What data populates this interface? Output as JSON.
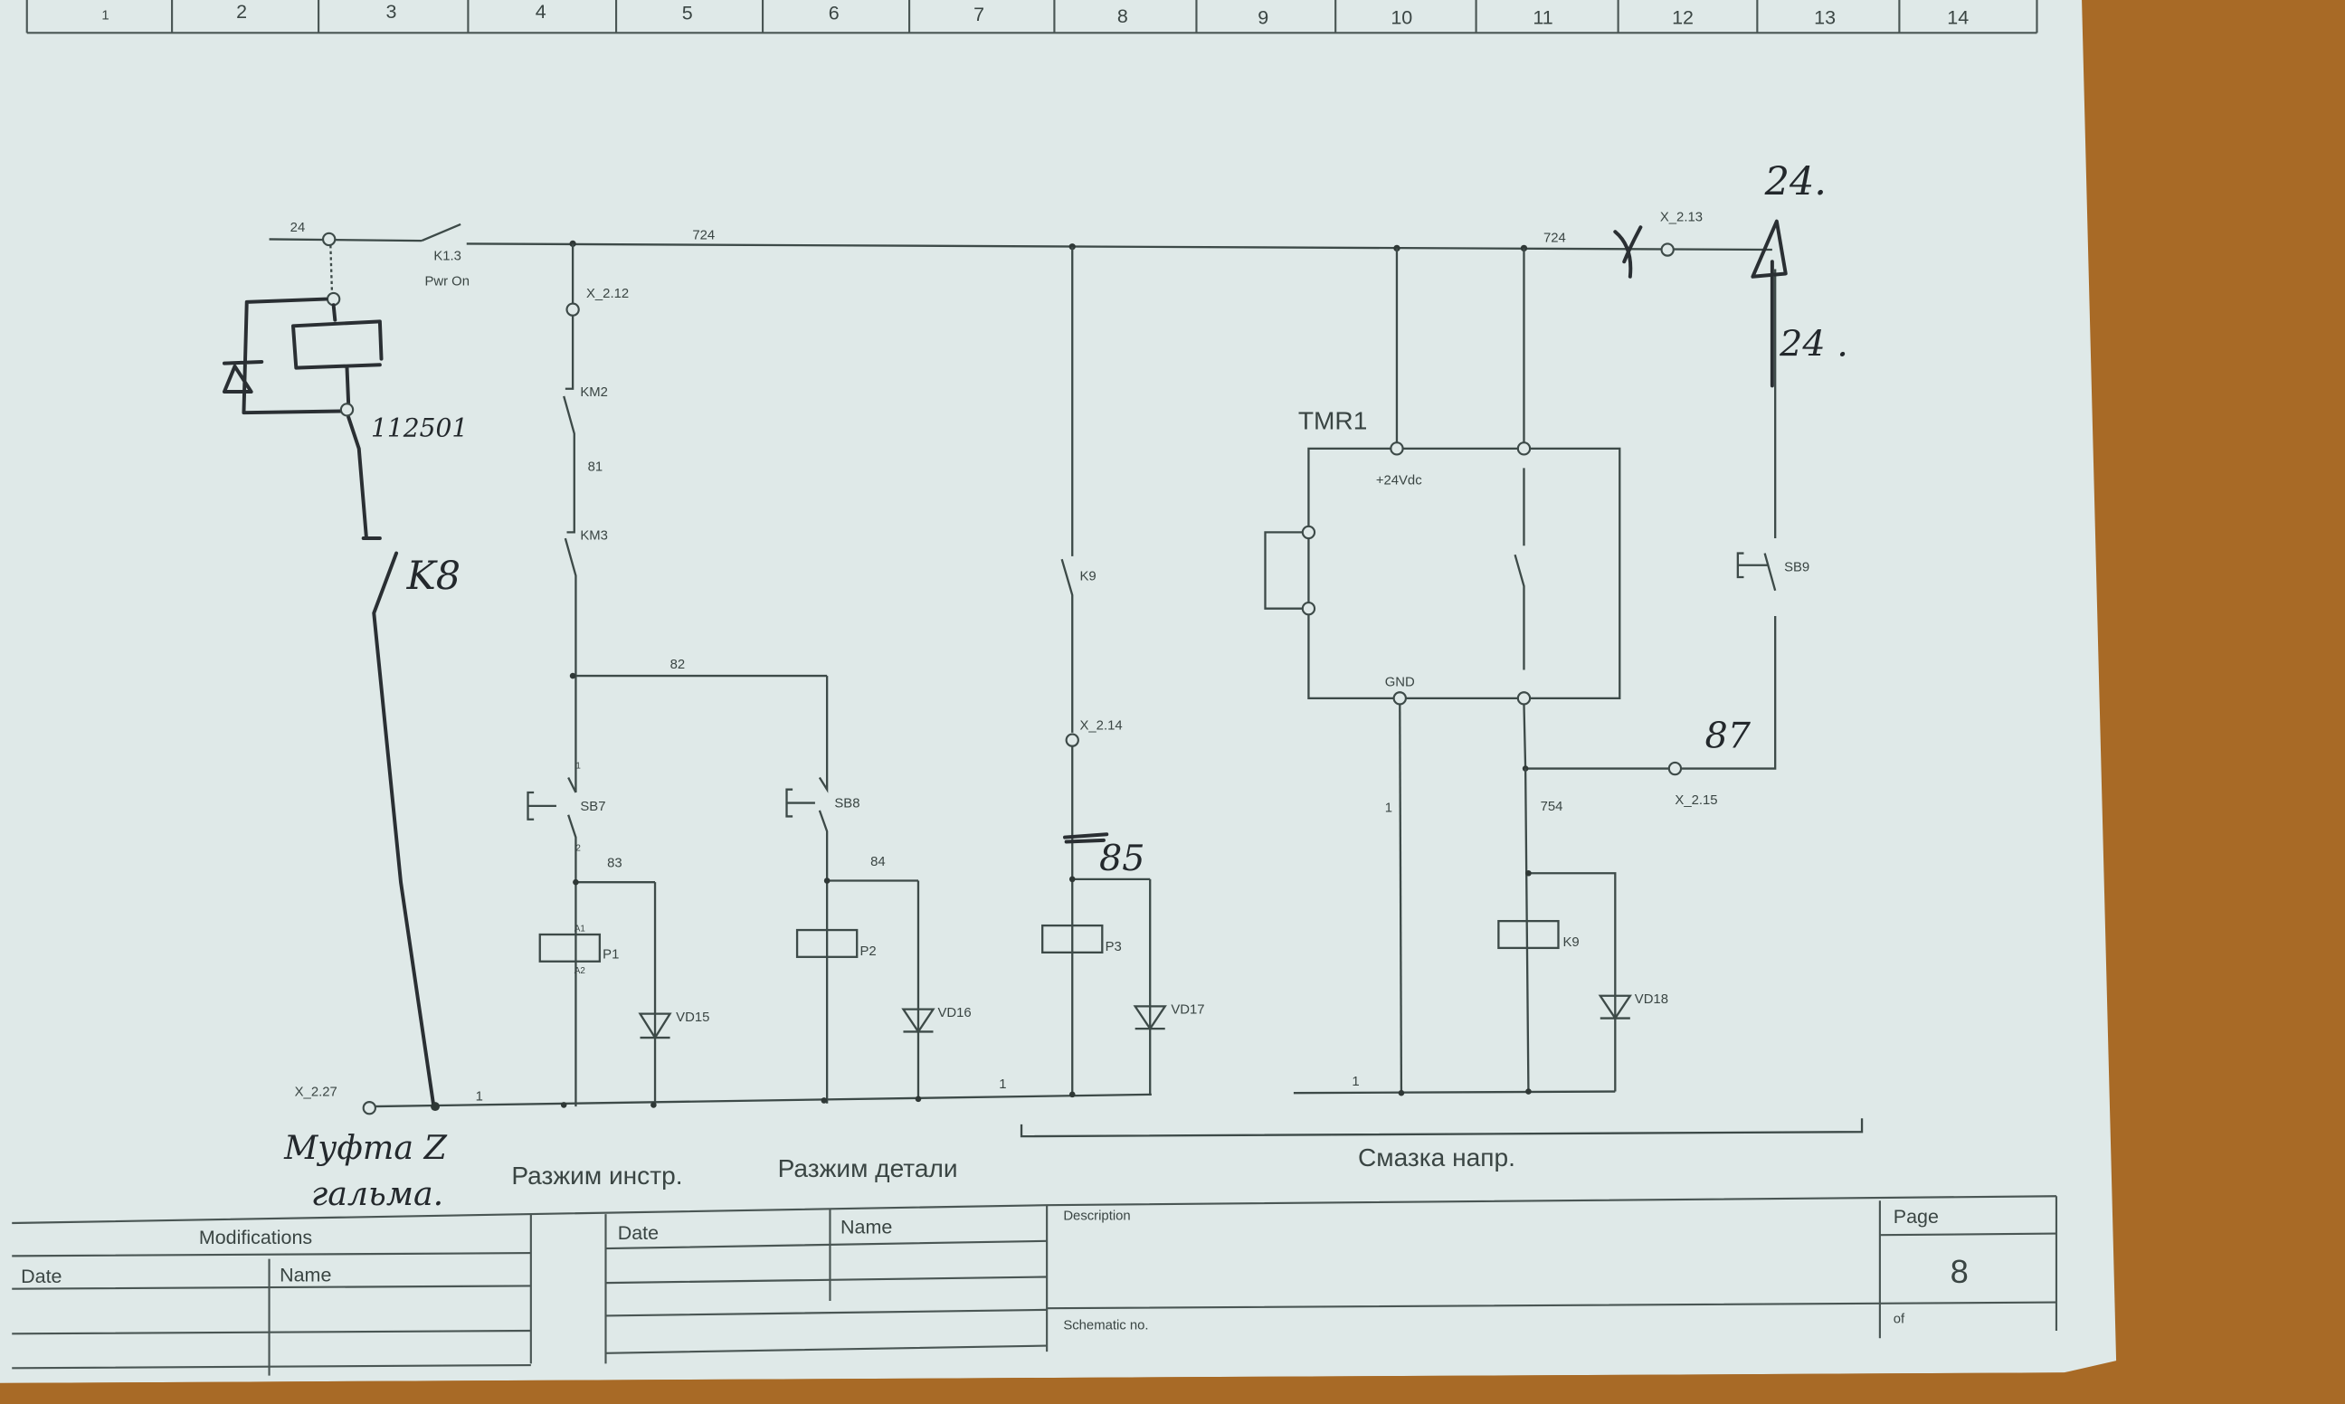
{
  "ruler": [
    "1",
    "2",
    "3",
    "4",
    "5",
    "6",
    "7",
    "8",
    "9",
    "10",
    "11",
    "12",
    "13",
    "14"
  ],
  "bus": {
    "left_net": "24",
    "switch": "K1.3",
    "switch_desc": "Pwr On",
    "net": "724",
    "net_right": "724",
    "terminal_right": "X_2.13"
  },
  "handwritten": {
    "relay_number": "112501",
    "relay": "K8",
    "arrow_top": "24.",
    "arrow_mid": "24 .",
    "net_85": "85",
    "net_87": "87",
    "group1_line1": "Муфта Z",
    "group1_line2": "гальма."
  },
  "branch1": {
    "terminal": "X_2.12",
    "contact1": "KM2",
    "net1": "81",
    "contact2": "KM3",
    "net2": "82",
    "button": "SB7",
    "net3": "83",
    "coil": "P1",
    "diode": "VD15"
  },
  "branch2": {
    "button": "SB8",
    "net": "84",
    "coil": "P2",
    "diode": "VD16"
  },
  "branch3": {
    "contact": "K9",
    "terminal": "X_2.14",
    "coil": "P3",
    "diode": "VD17"
  },
  "timer": {
    "name": "TMR1",
    "pin_power": "+24Vdc",
    "pin_gnd": "GND",
    "gnd_net": "1",
    "out_net": "754",
    "coil": "K9",
    "diode": "VD18",
    "button": "SB9",
    "terminal": "X_2.15"
  },
  "bottom": {
    "terminal": "X_2.27",
    "net_a": "1",
    "net_b": "1",
    "net_c": "1"
  },
  "pins": {
    "a1": "A1",
    "a2": "A2",
    "p1": "1",
    "p2": "2"
  },
  "groups": {
    "g2": "Разжим инстр.",
    "g3": "Разжим детали",
    "g4": "Смазка напр."
  },
  "title_block": {
    "modifications": "Modifications",
    "date": "Date",
    "name": "Name",
    "date2": "Date",
    "name2": "Name",
    "description": "Description",
    "schematic_no": "Schematic no.",
    "page_label": "Page",
    "page": "8",
    "of": "of"
  }
}
